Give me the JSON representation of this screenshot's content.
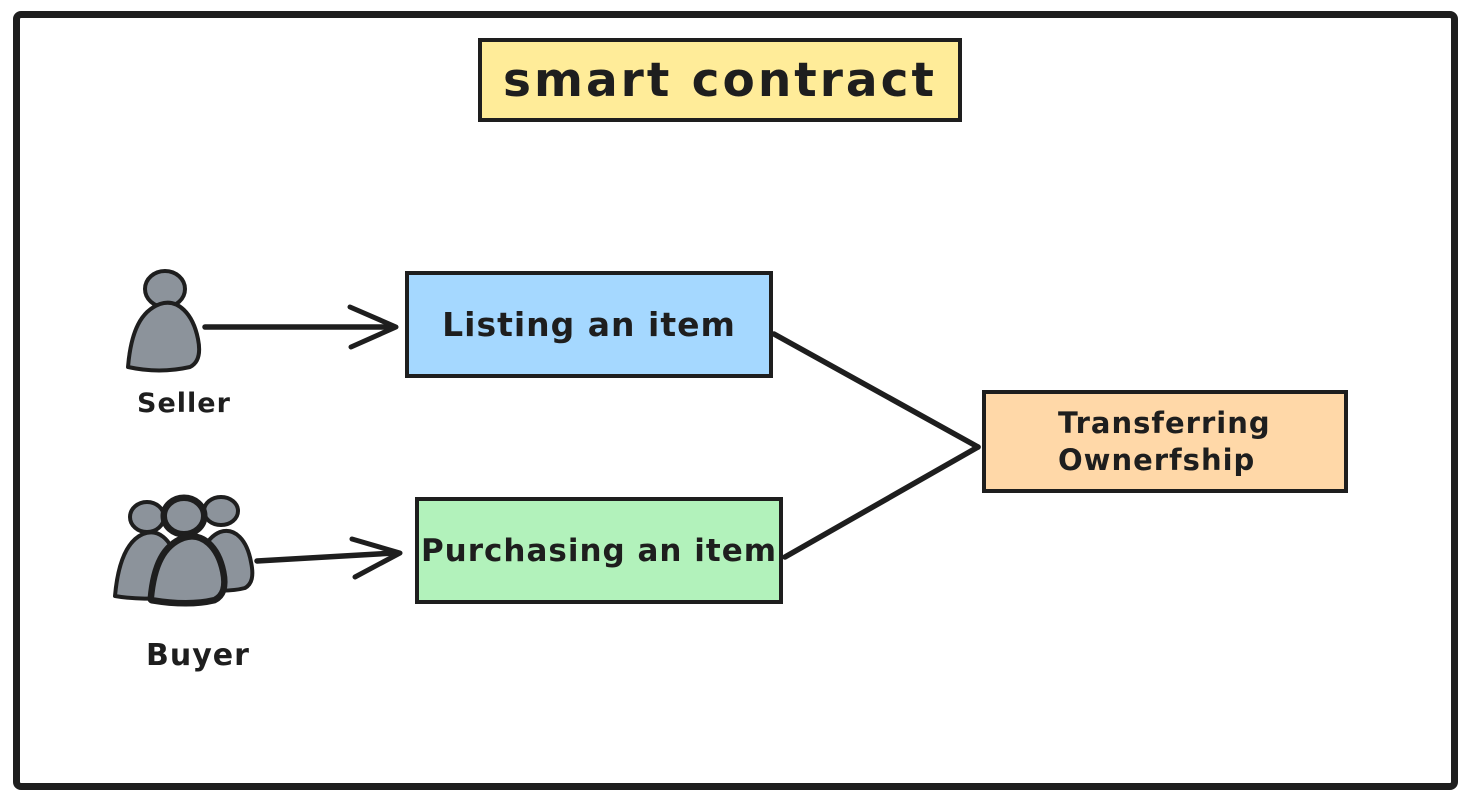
{
  "diagram": {
    "title": {
      "label": "smart contract"
    },
    "nodes": {
      "listing": {
        "label": "Listing an item"
      },
      "purchasing": {
        "label": "Purchasing an item"
      },
      "transferring": {
        "line1": "Transferring",
        "line2": "Ownerfship"
      }
    },
    "actors": {
      "seller": {
        "label": "Seller"
      },
      "buyer": {
        "label": "Buyer"
      }
    },
    "edges": [
      {
        "from": "seller",
        "to": "listing",
        "style": "arrow"
      },
      {
        "from": "buyer",
        "to": "purchasing",
        "style": "arrow"
      },
      {
        "from": "listing",
        "to": "transferring",
        "style": "line"
      },
      {
        "from": "purchasing",
        "to": "transferring",
        "style": "line"
      }
    ],
    "colors": {
      "stroke": "#1e1e1e",
      "title_fill": "#ffec99",
      "listing_fill": "#a5d8ff",
      "purchasing_fill": "#b2f2bb",
      "transferring_fill": "#ffd8a8",
      "actor_fill": "#8c939b"
    }
  }
}
